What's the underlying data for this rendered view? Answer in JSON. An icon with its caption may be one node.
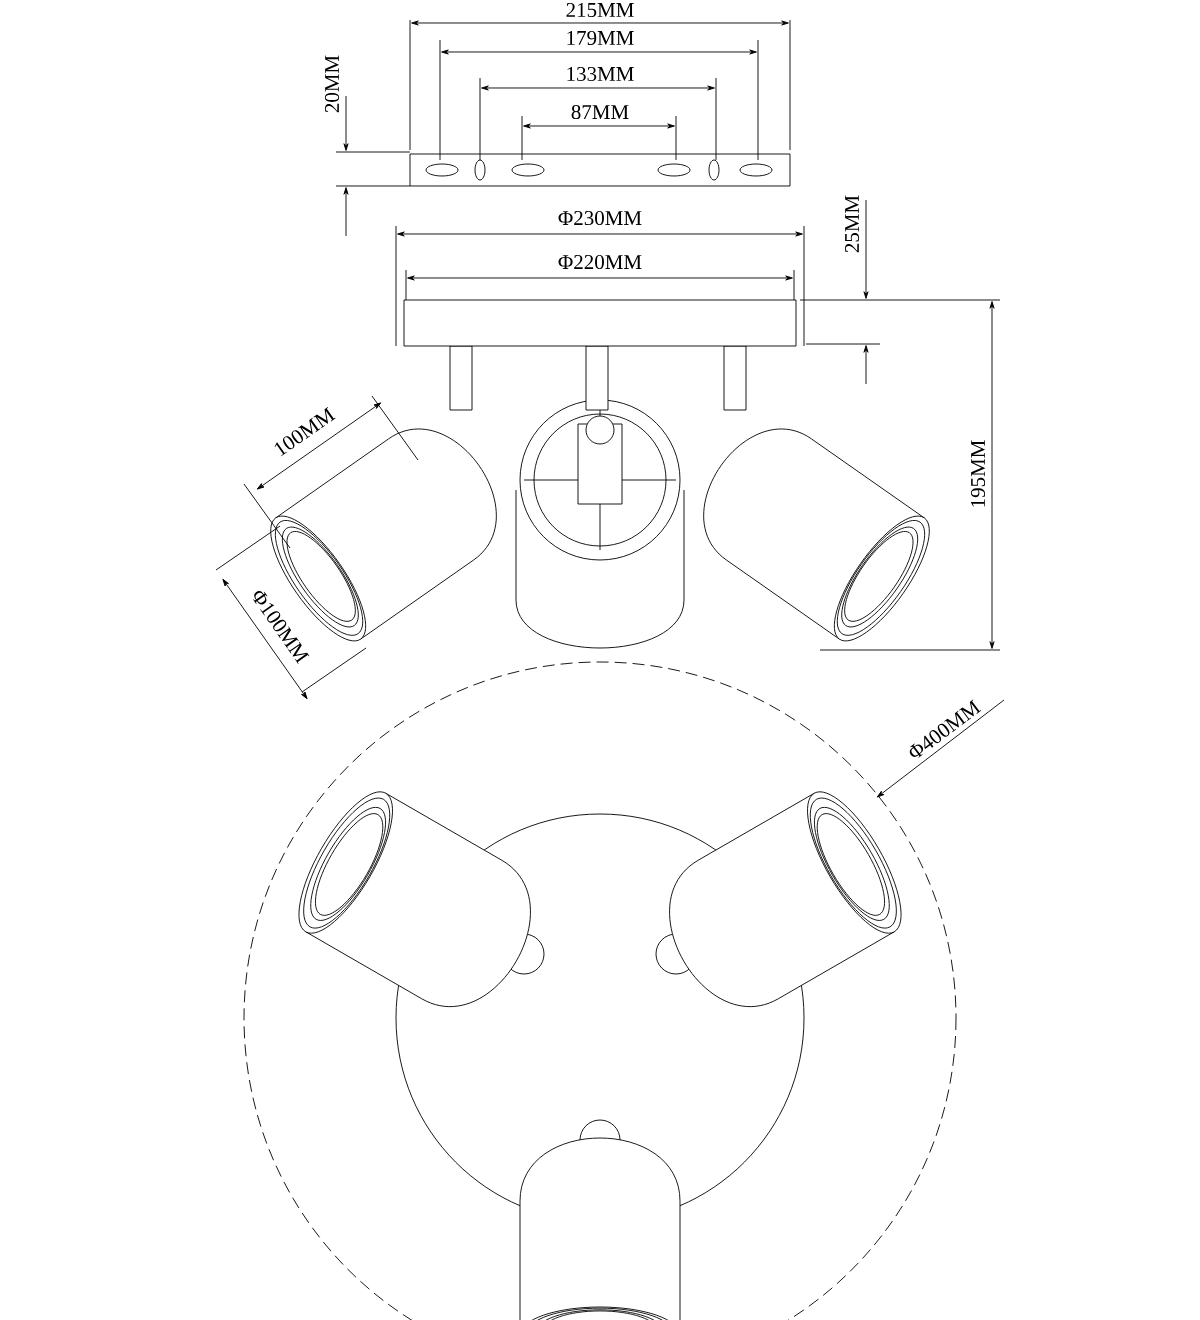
{
  "diagram": {
    "labels": [
      "215MM",
      "179MM",
      "133MM",
      "87MM",
      "20MM",
      "Φ230MM",
      "Φ220MM",
      "25MM",
      "100MM",
      "195MM",
      "Φ100MM",
      "Φ400MM"
    ]
  }
}
